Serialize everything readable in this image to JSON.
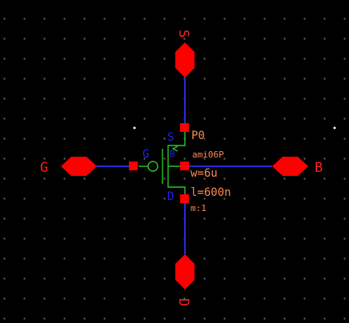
{
  "colors": {
    "background": "#000000",
    "wire": "#2a2adc",
    "pin": "#ff0000",
    "device": "#28c828",
    "pin_label": "#ff1c1c",
    "terminal_label": "#2020f0",
    "instance_label": "#ff8850",
    "grid_dot": "#6b6b6b"
  },
  "pins": {
    "source": "S",
    "gate": "G",
    "bulk": "B",
    "drain": "D"
  },
  "terminals": {
    "source": "S",
    "gate": "G",
    "bulk": "B",
    "drain": "D"
  },
  "instance": {
    "name": "P0",
    "model": "ami06P",
    "width": "w=6u",
    "length": "l=600n",
    "multiplier": "m:1"
  },
  "icons": {
    "pin": "diamond-pin-icon",
    "transistor": "pmos-transistor-icon"
  }
}
